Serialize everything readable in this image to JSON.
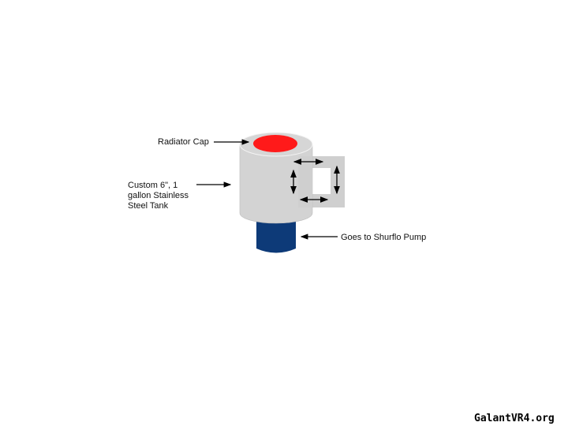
{
  "diagram": {
    "labels": {
      "radiator_cap": "Radiator Cap",
      "tank_line1": "Custom 6\", 1",
      "tank_line2": "gallon Stainless",
      "tank_line3": "Steel Tank",
      "pump": "Goes to Shurflo Pump"
    },
    "colors": {
      "tank": "#d3d3d3",
      "cap": "#ff0000",
      "pipe": "#0d3a78",
      "bracket": "#cfcfcf"
    }
  },
  "watermark": "GalantVR4.org"
}
